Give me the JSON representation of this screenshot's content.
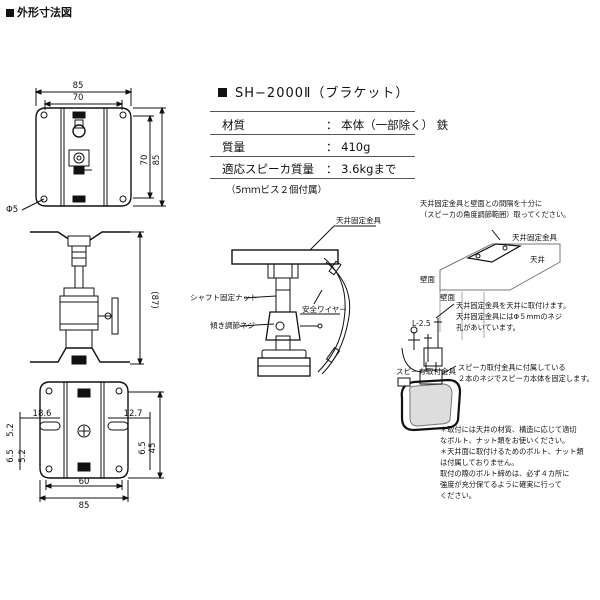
{
  "page_title": "外形寸法図",
  "spec": {
    "title": "SH−2000Ⅱ（ブラケット）",
    "rows": [
      {
        "key": "材質",
        "value": "：  本体（一部除く）  鉄"
      },
      {
        "key": "質量",
        "value": "：  410g"
      },
      {
        "key": "適応スピーカ質量",
        "value": "：  3.6kgまで"
      }
    ],
    "note": "（5ｍｍビス２個付属）"
  },
  "dimensions": {
    "top_width_outer": "85",
    "top_width_inner": "70",
    "top_height_inner": "70",
    "top_height_outer": "85",
    "hole": "Φ5",
    "side_height": "(87)",
    "bottom_left_offset": "18.6",
    "bottom_right_offset": "12.7",
    "bottom_side_a": "6.5",
    "bottom_side_b": "5.2",
    "bottom_right_a": "6.5",
    "bottom_right_b": "5.2",
    "bottom_right_height": "45",
    "bottom_width_inner": "60",
    "bottom_width_outer": "85"
  },
  "labels": {
    "ceiling_fixture": "天井固定金具",
    "shaft_nut": "シャフト固定ナット",
    "tilt_screw": "傾き調節ネジ",
    "safety_wire": "安全ワイヤー",
    "ceiling": "天井",
    "wall1": "壁面",
    "wall2": "壁面",
    "fixture_small": "天井固定金具",
    "speaker_fixture": "スピーカ取付金具",
    "screw_label": "L-2.5"
  },
  "notes": {
    "note1": [
      "天井固定金具と壁面との間隔を十分に",
      "（スピーカの角度調節範囲）取ってください。"
    ],
    "note2": [
      "天井固定金具を天井に取付けます。",
      "天井固定金具にはΦ５mmのネジ",
      "孔があいています。"
    ],
    "note3": [
      "スピーカ取付金具に付属している",
      "２本のネジでスピーカ本体を固定します。"
    ],
    "note4": [
      "＊取付には天井の材質、構造に応じて適切",
      "なボルト、ナット類をお使いください。",
      "＊天井面に取付けるためのボルト、ナット類",
      "は付属しておりません。",
      "取付の際のボルト締めは、必ず４カ所に",
      "強度が充分保てるように確実に行って",
      "ください。"
    ]
  }
}
